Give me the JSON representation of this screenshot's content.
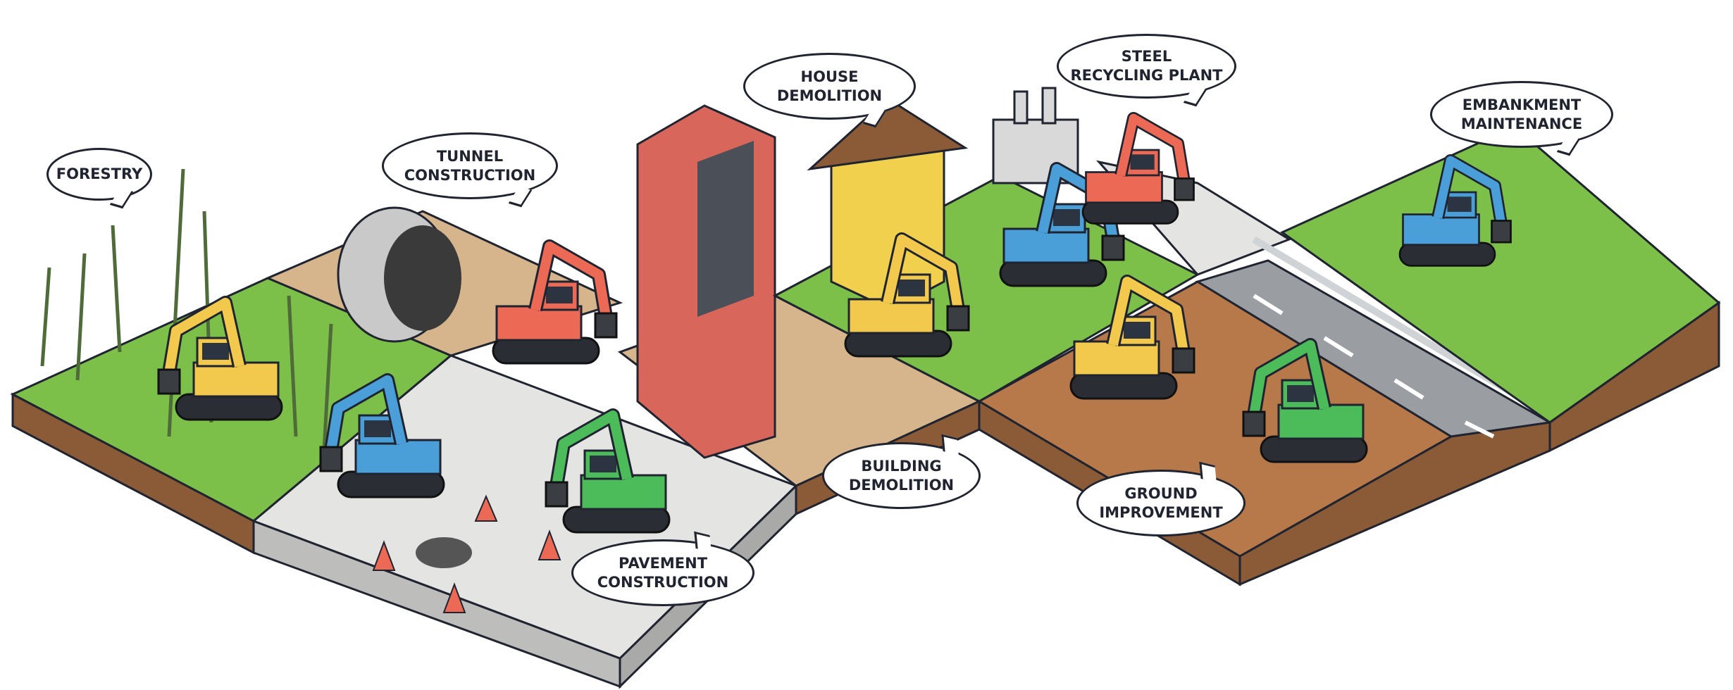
{
  "labels": {
    "forestry": {
      "line1": "FORESTRY",
      "line2": ""
    },
    "tunnel": {
      "line1": "TUNNEL",
      "line2": "CONSTRUCTION"
    },
    "house": {
      "line1": "HOUSE",
      "line2": "DEMOLITION"
    },
    "steel": {
      "line1": "STEEL",
      "line2": "RECYCLING PLANT"
    },
    "embankment": {
      "line1": "EMBANKMENT",
      "line2": "MAINTENANCE"
    },
    "building": {
      "line1": "BUILDING",
      "line2": "DEMOLITION"
    },
    "ground": {
      "line1": "GROUND",
      "line2": "IMPROVEMENT"
    },
    "pavement": {
      "line1": "PAVEMENT",
      "line2": "CONSTRUCTION"
    }
  },
  "colors": {
    "grass": "#7cc04a",
    "soil": "#b7794a",
    "concrete": "#e4e4e2",
    "road": "#9a9ea3",
    "yellow": "#f2c94c",
    "orange": "#ec6a55",
    "blue": "#4a9fd8",
    "green": "#4cbb5a",
    "outline": "#1f2430"
  }
}
